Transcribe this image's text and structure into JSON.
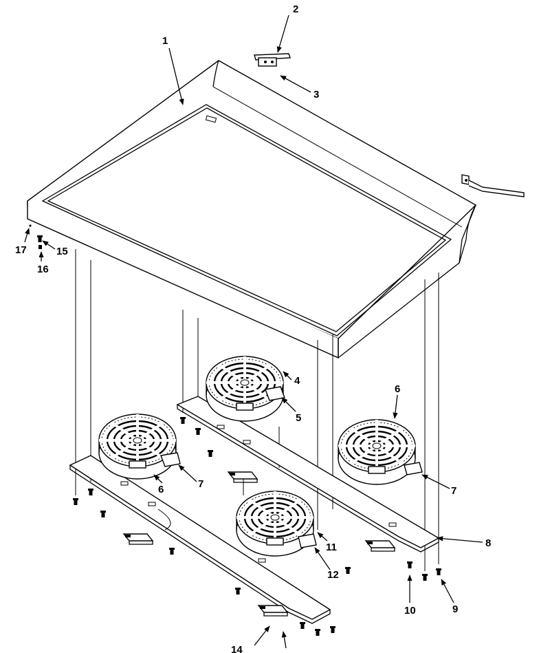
{
  "callouts": [
    {
      "id": "c1",
      "text": "1"
    },
    {
      "id": "c2",
      "text": "2"
    },
    {
      "id": "c3",
      "text": "3"
    },
    {
      "id": "c4",
      "text": "4"
    },
    {
      "id": "c5",
      "text": "5"
    },
    {
      "id": "c6a",
      "text": "6"
    },
    {
      "id": "c6b",
      "text": "6"
    },
    {
      "id": "c7a",
      "text": "7"
    },
    {
      "id": "c7b",
      "text": "7"
    },
    {
      "id": "c8",
      "text": "8"
    },
    {
      "id": "c9",
      "text": "9"
    },
    {
      "id": "c10",
      "text": "10"
    },
    {
      "id": "c11",
      "text": "11"
    },
    {
      "id": "c12",
      "text": "12"
    },
    {
      "id": "c14",
      "text": "14"
    },
    {
      "id": "c15",
      "text": "15"
    },
    {
      "id": "c16",
      "text": "16"
    },
    {
      "id": "c17",
      "text": "17"
    }
  ]
}
